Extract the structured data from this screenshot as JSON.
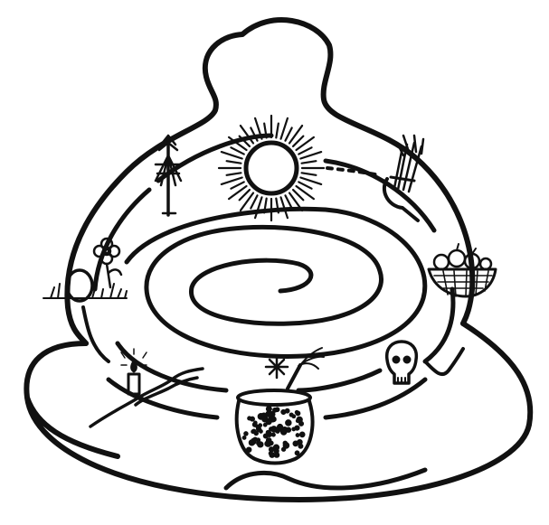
{
  "figure": {
    "ink_color": "#111111",
    "background": "#ffffff"
  },
  "symbols": [
    {
      "id": "sun",
      "icon": "sun-icon"
    },
    {
      "id": "maypole",
      "icon": "maypole-icon"
    },
    {
      "id": "sheaf-sickle",
      "icon": "wheat-sheaf-sickle-icon"
    },
    {
      "id": "fruit-basket",
      "icon": "fruit-basket-icon"
    },
    {
      "id": "skull",
      "icon": "skull-icon"
    },
    {
      "id": "cauldron",
      "icon": "cauldron-icon"
    },
    {
      "id": "star",
      "icon": "star-icon"
    },
    {
      "id": "candle",
      "icon": "candle-icon"
    },
    {
      "id": "flower",
      "icon": "flower-icon"
    },
    {
      "id": "egg-grass",
      "icon": "egg-in-grass-icon"
    },
    {
      "id": "spiral",
      "icon": "spiral-icon"
    }
  ]
}
